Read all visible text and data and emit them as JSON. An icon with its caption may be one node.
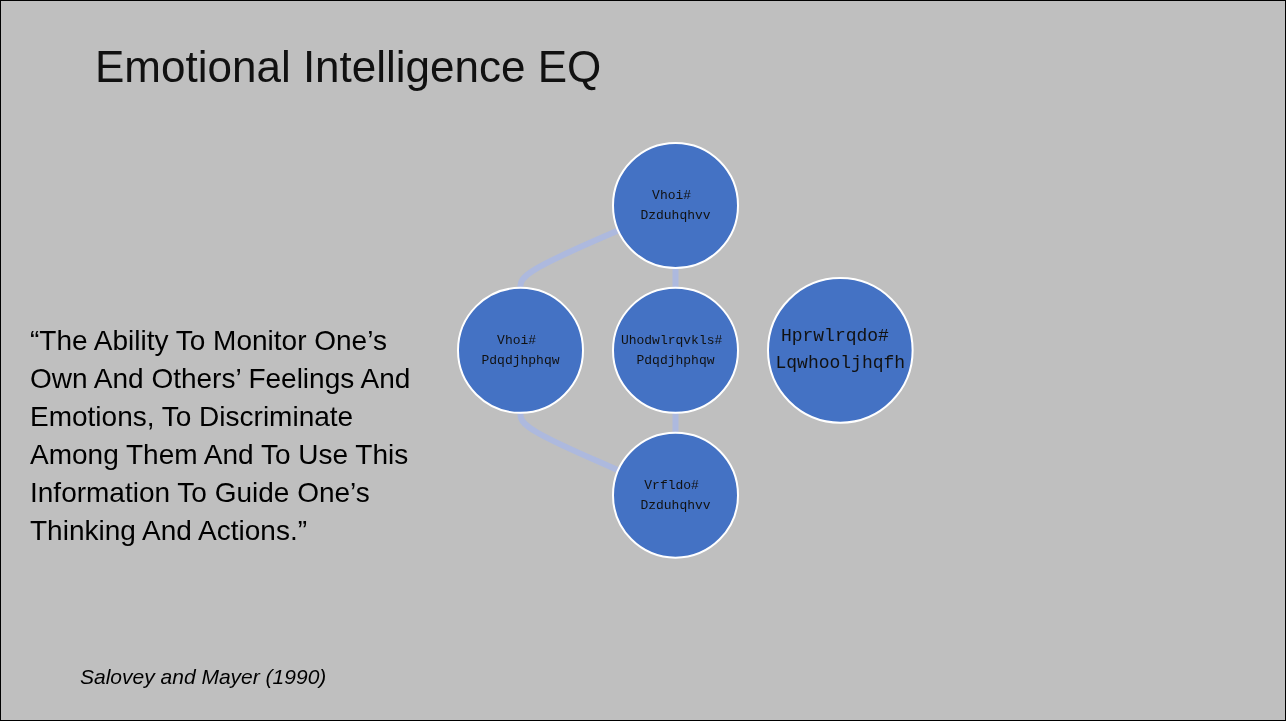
{
  "diagram": {
    "title": "Emotional Intelligence EQ",
    "nodes": [
      {
        "text": [
          "Vhoi# Dzduhqhvv"
        ]
      },
      {
        "text": [
          "Uhodwlrqvkls# Pdqdjhphqw"
        ]
      },
      {
        "text": [
          "Hprwlrqdo# Lqwhooljhqfh"
        ]
      },
      {
        "text": [
          "Vhoi# Pdqdjhphqw"
        ]
      },
      {
        "text": [
          "Vrfldo# Dzduhqhvv"
        ]
      }
    ],
    "edges": [
      {
        "from": 0,
        "to": 3,
        "arrow": "none"
      },
      {
        "from": 3,
        "to": 4,
        "arrow": "none"
      },
      {
        "from": 4,
        "to": 1,
        "arrow": "none"
      },
      {
        "from": 1,
        "to": 0,
        "arrow": "none"
      }
    ],
    "labels": [
      "“The Ability To Monitor One’s Own And Others’ Feelings And Emotions, To Discriminate Among Them And To Use This Information To Guide One’s Thinking And Actions.”",
      "Salovey and Mayer (1990)"
    ]
  }
}
